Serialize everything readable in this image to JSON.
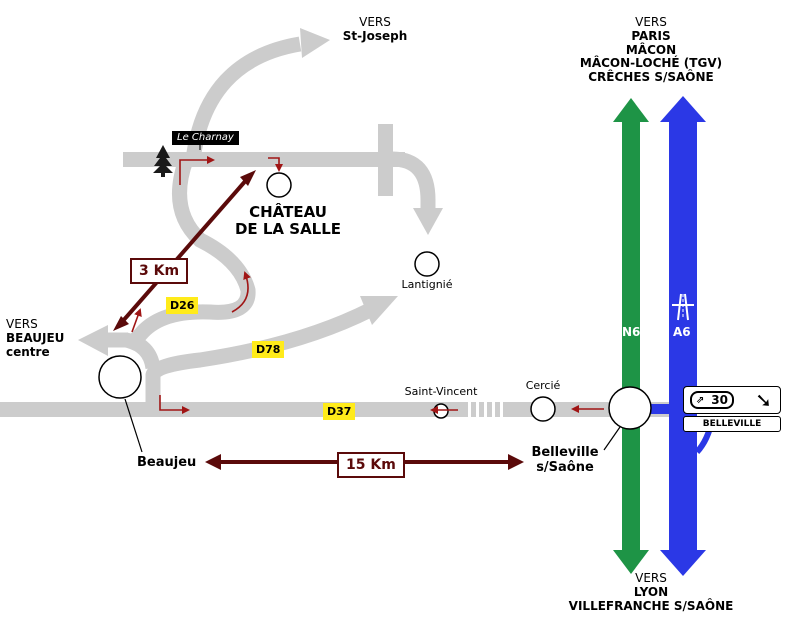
{
  "destinations": {
    "st_joseph": {
      "vers": "VERS",
      "name": "St-Joseph"
    },
    "beaujeu_centre": {
      "vers": "VERS",
      "line1": "BEAUJEU",
      "line2": "centre"
    },
    "north": {
      "vers": "VERS",
      "lines": [
        "PARIS",
        "MÂCON",
        "MÂCON-LOCHÉ (TGV)",
        "CRÊCHES S/SAÔNE"
      ]
    },
    "south": {
      "vers": "VERS",
      "lines": [
        "LYON",
        "VILLEFRANCHE S/SAÔNE"
      ]
    }
  },
  "places": {
    "le_charnay": "Le Charnay",
    "chateau": {
      "line1": "CHÂTEAU",
      "line2": "DE LA SALLE"
    },
    "lantignie": "Lantignié",
    "saint_vincent": "Saint-Vincent",
    "cercie": "Cercié",
    "beaujeu": "Beaujeu",
    "belleville": {
      "line1": "Belleville",
      "line2": "s/Saône"
    }
  },
  "roads": {
    "d26": "D26",
    "d78": "D78",
    "d37": "D37",
    "n6": "N6",
    "a6": "A6"
  },
  "distances": {
    "short": "3 Km",
    "long": "15 Km"
  },
  "exit": {
    "number": "30",
    "arrow": "➘",
    "name": "BELLEVILLE"
  },
  "colors": {
    "road": "#cccccc",
    "n6": "#1e9446",
    "a6": "#2b38e6",
    "route_red": "#a01515",
    "distance": "#5b0a0a",
    "road_badge": "#ffeb1a"
  },
  "icons": [
    "tree-icon",
    "motorway-icon",
    "exit-icon"
  ]
}
